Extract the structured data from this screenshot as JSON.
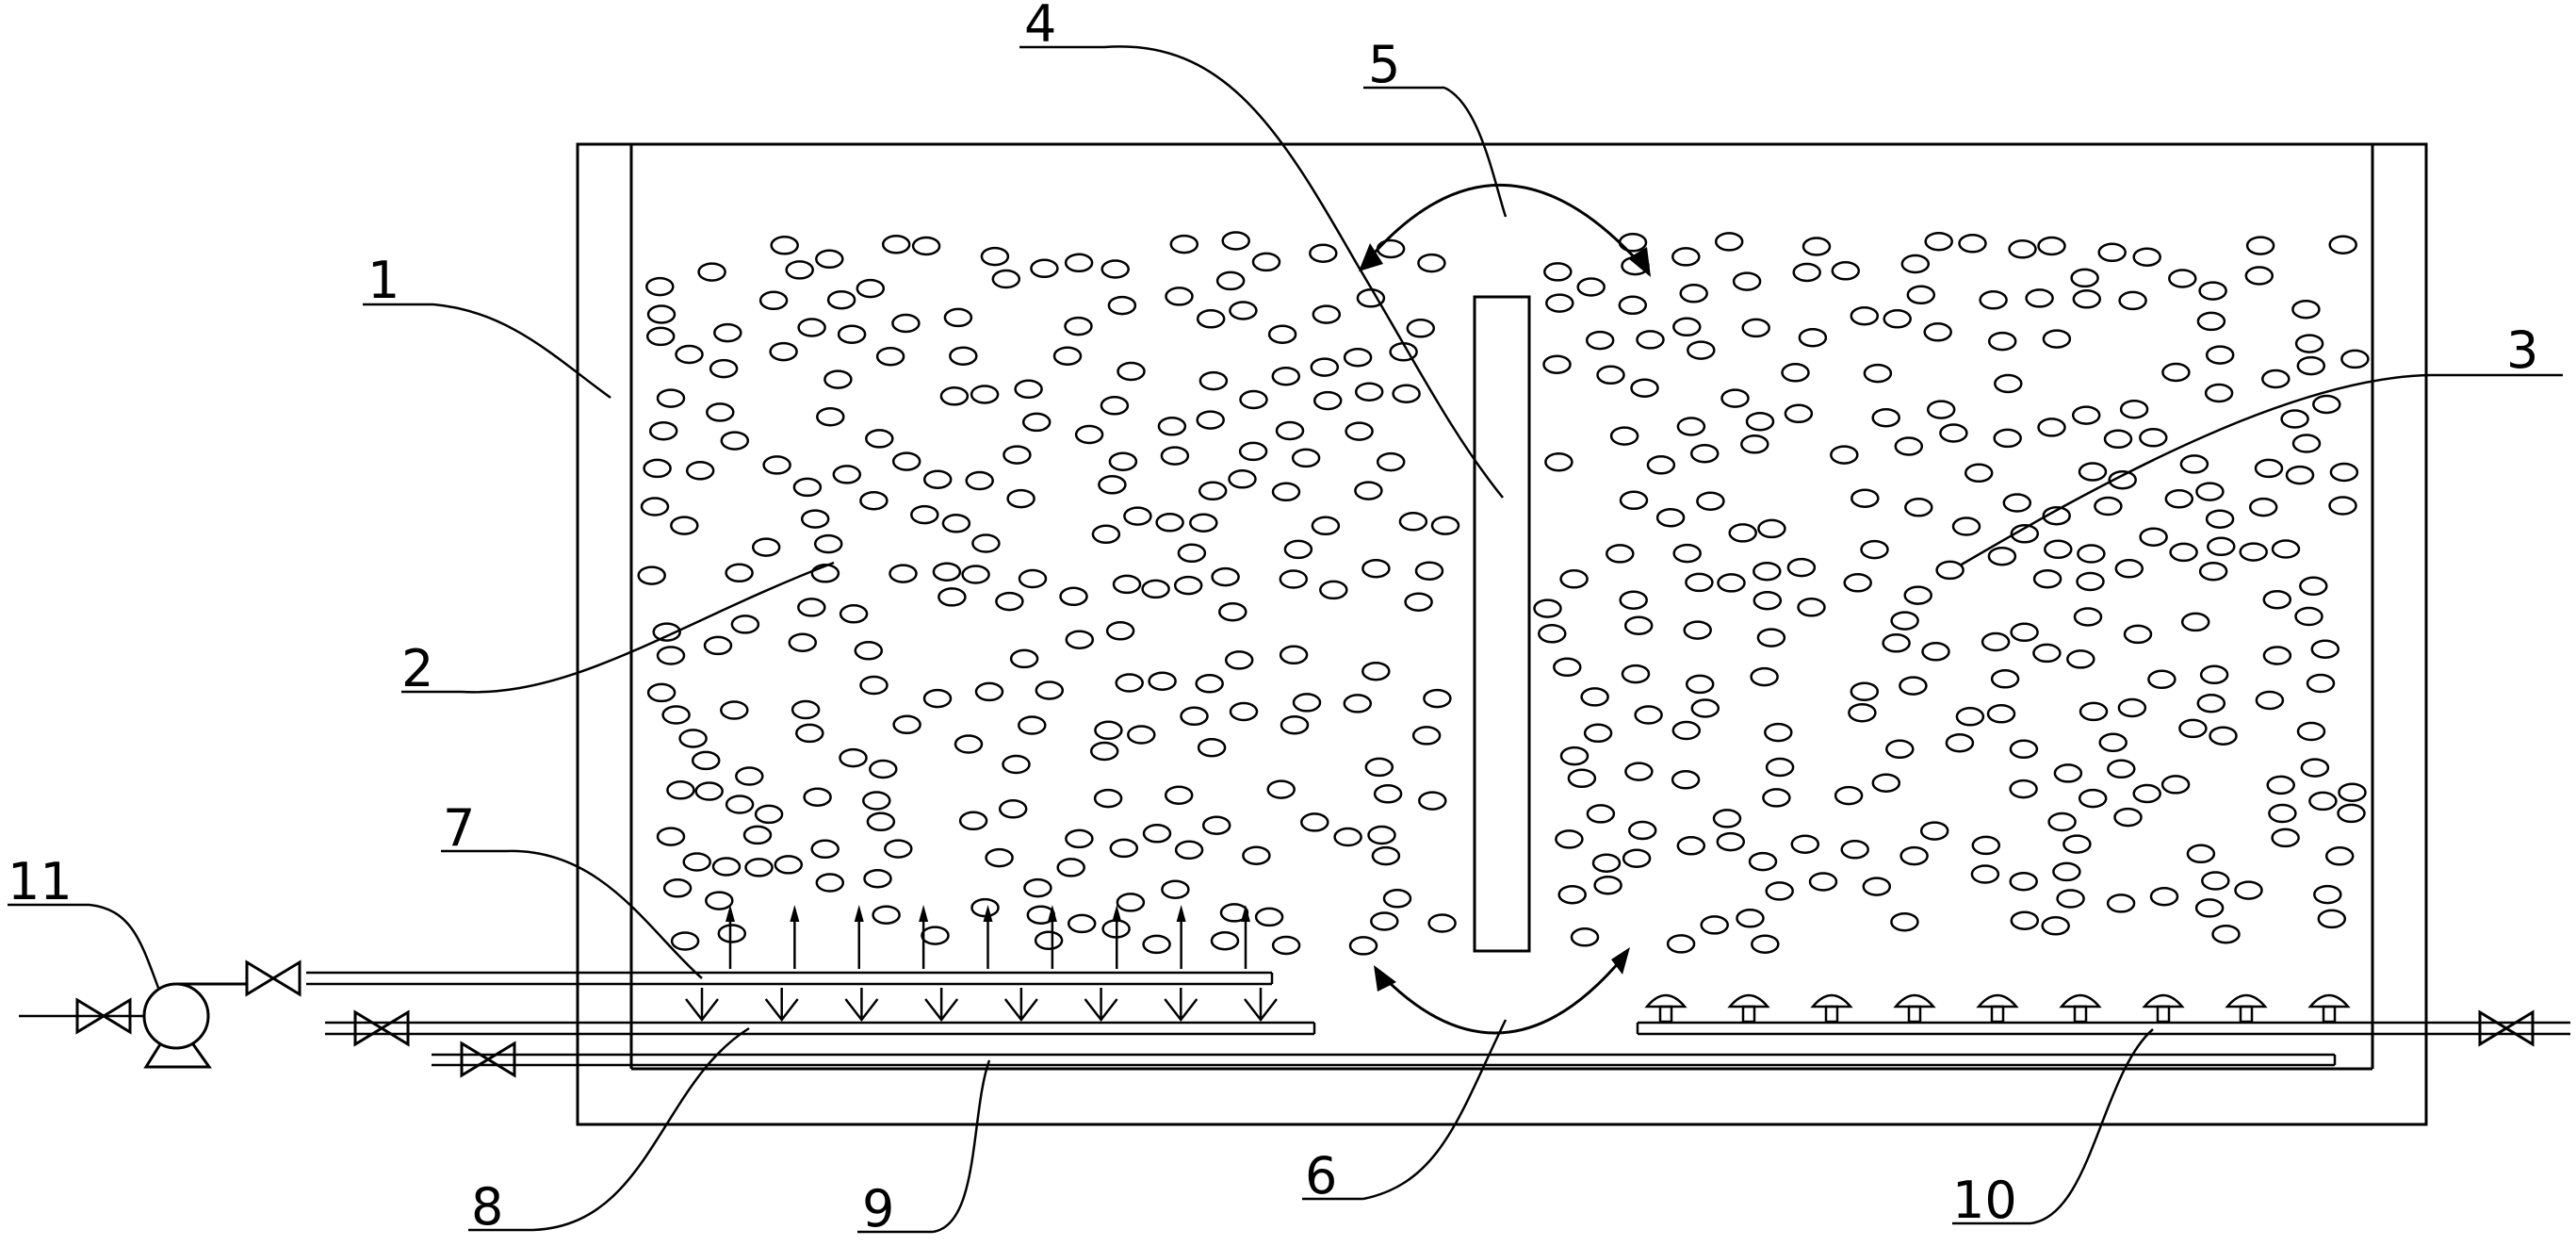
{
  "labels": [
    {
      "id": "1",
      "text": "1",
      "part": "tank-wall"
    },
    {
      "id": "2",
      "text": "2",
      "part": "left-chamber-media"
    },
    {
      "id": "3",
      "text": "3",
      "part": "right-chamber-media"
    },
    {
      "id": "4",
      "text": "4",
      "part": "center-baffle"
    },
    {
      "id": "5",
      "text": "5",
      "part": "top-circulation-flow"
    },
    {
      "id": "6",
      "text": "6",
      "part": "bottom-circulation-flow"
    },
    {
      "id": "7",
      "text": "7",
      "part": "upper-water-distribution-pipe"
    },
    {
      "id": "8",
      "text": "8",
      "part": "aeration-pipe"
    },
    {
      "id": "9",
      "text": "9",
      "part": "bottom-drain-pipe"
    },
    {
      "id": "10",
      "text": "10",
      "part": "diffuser-pipe"
    },
    {
      "id": "11",
      "text": "11",
      "part": "pump"
    }
  ],
  "counts": {
    "up_arrows": 9,
    "down_arrows": 8,
    "diffusers": 9
  },
  "colors": {
    "stroke": "#000000",
    "background": "#ffffff"
  }
}
